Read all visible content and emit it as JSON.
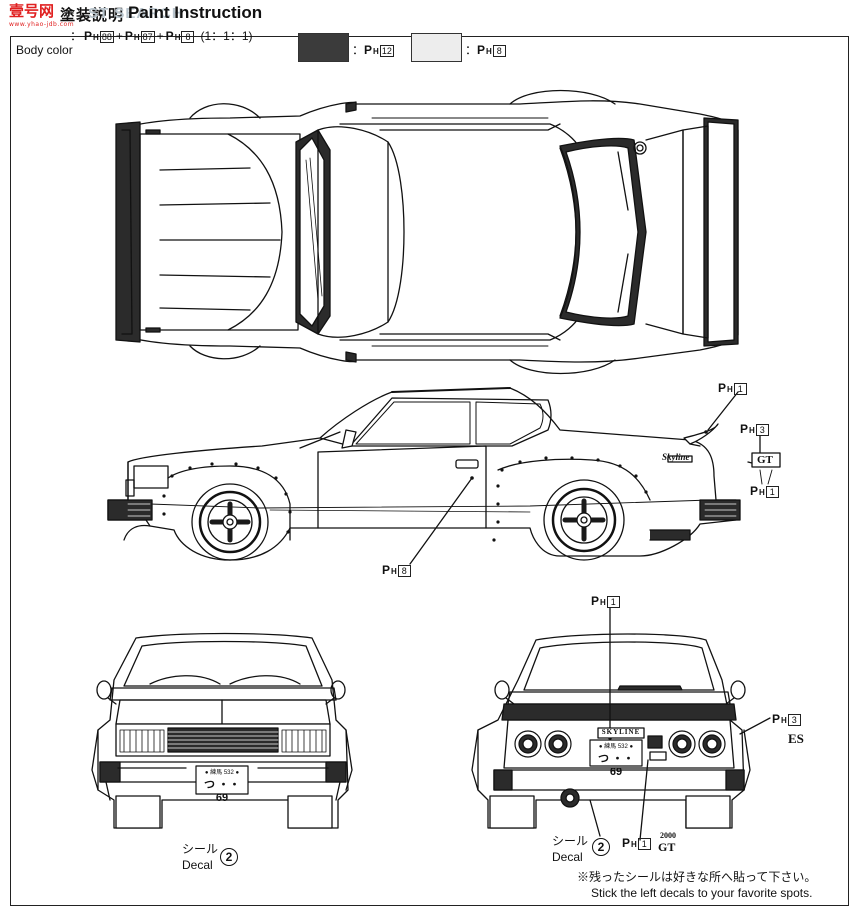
{
  "header": {
    "title_ja": "塗装説明",
    "title_en": "Paint Instruction",
    "logo_text": "壹号网",
    "logo_sub": "www.yhao-jdb.com",
    "watermark": "ST  SEARCH"
  },
  "body_color": {
    "label": "Body color",
    "formula_parts": [
      {
        "code": "88"
      },
      {
        "sep": "+"
      },
      {
        "code": "87"
      },
      {
        "sep": "+"
      },
      {
        "code": "8"
      }
    ],
    "ratio": "(1：1：1)",
    "swatches": [
      {
        "fill": "#3b3b3b",
        "code": "12"
      },
      {
        "fill": "#ededed",
        "code": "8"
      }
    ]
  },
  "callouts": {
    "side_ph1_top": "1",
    "side_ph3": "3",
    "side_ph1_bottom": "1",
    "side_ph8": "8",
    "rear_ph1_top": "1",
    "rear_ph3": "3",
    "rear_ph1_bottom": "1",
    "gt_badge": "GT",
    "es_badge": "ES",
    "badge_2000": "2000",
    "badge_gt": "GT",
    "skyline_script": "Skyline",
    "rear_skyline": "SKYLINE"
  },
  "plates": {
    "front_top": "● 練馬 532 ●",
    "front_bottom": "つ ・・ 69",
    "rear_top": "● 練馬 532 ●",
    "rear_bottom": "つ ・・ 69"
  },
  "decals": {
    "front_ja": "シール",
    "front_en": "Decal",
    "front_num": "2",
    "rear_ja": "シール",
    "rear_en": "Decal",
    "rear_num": "2"
  },
  "footer": {
    "note_ja": "※残ったシールは好きな所へ貼って下さい。",
    "note_en": "Stick the left decals to your favorite spots."
  },
  "labels": {
    "P": "P",
    "H": "H"
  }
}
